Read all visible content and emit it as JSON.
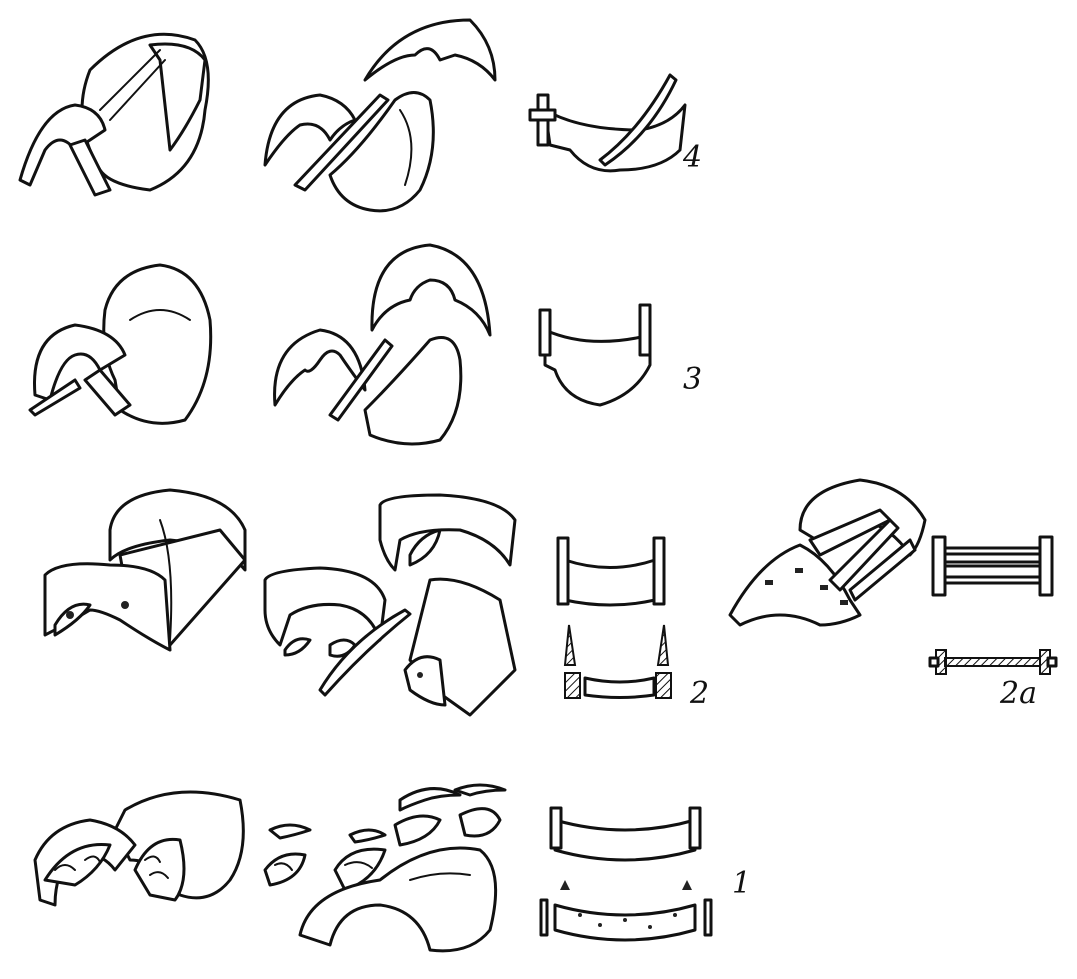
{
  "figure": {
    "labels": [
      "4",
      "3",
      "2",
      "2a",
      "1"
    ]
  }
}
